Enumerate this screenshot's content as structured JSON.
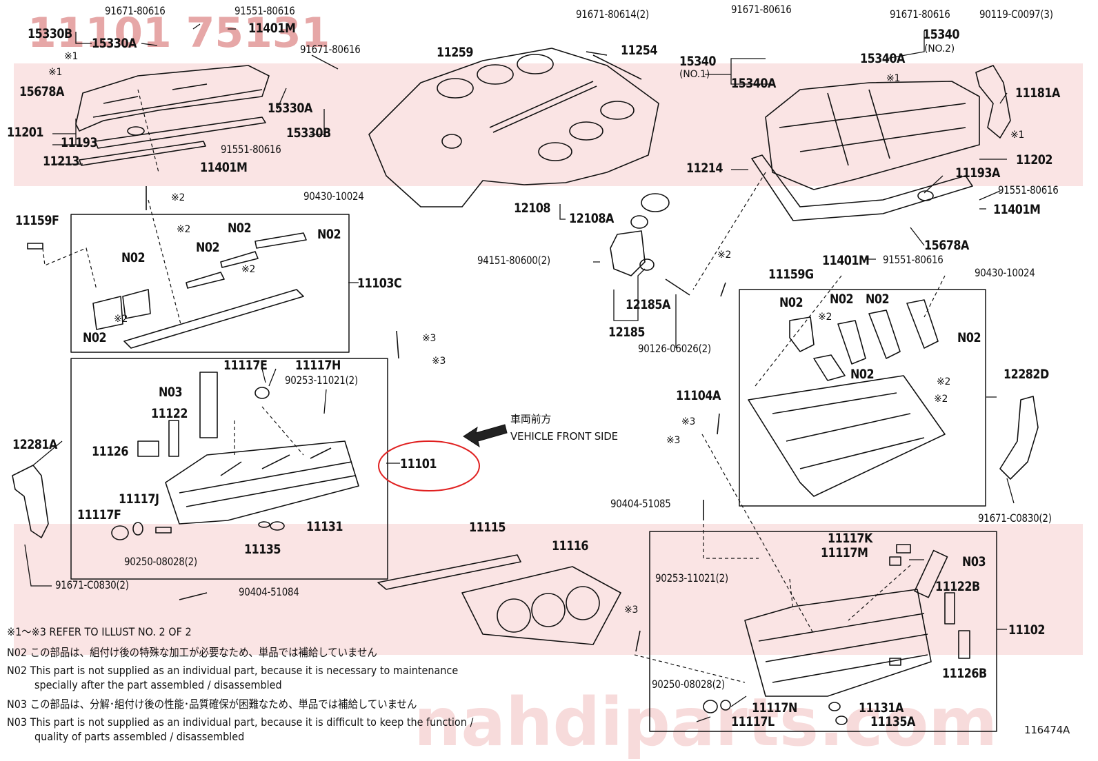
{
  "diagram": {
    "watermark_code": "11101 75131",
    "figure_number": "116474A",
    "watermark_site": "nahdiparts.com"
  },
  "arrow": {
    "jp": "車両前方",
    "en": "VEHICLE FRONT SIDE"
  },
  "labels": {
    "p9167180616_a": "91671-80616",
    "p9155180616_a": "91551-80616",
    "p15330B_a": "15330B",
    "p15330A_a": "15330A",
    "p11401M_a": "11401M",
    "ref1_a": "※1",
    "ref1_b": "※1",
    "p15678A_a": "15678A",
    "p11201": "11201",
    "p11193": "11193",
    "p11213": "11213",
    "p9155180616_b": "91551-80616",
    "p11401M_b": "11401M",
    "p9167180616_b": "91671-80616",
    "p15330A_b": "15330A",
    "p15330B_b": "15330B",
    "p11259": "11259",
    "p9167180614": "91671-80614(2)",
    "p11254": "11254",
    "p9167180616_c": "91671-80616",
    "p9167180616_d": "91671-80616",
    "p90119": "90119-C0097(3)",
    "p15340_a": "15340",
    "p15340_no1": "(NO.1)",
    "p15340A_a": "15340A",
    "p15340_b": "15340",
    "p15340_no2": "(NO.2)",
    "p15340A_b": "15340A",
    "ref1_c": "※1",
    "p11181A": "11181A",
    "ref1_d": "※1",
    "p11202": "11202",
    "p11214": "11214",
    "p11193A": "11193A",
    "p9155180616_c": "91551-80616",
    "p11401M_c": "11401M",
    "p15678A_b": "15678A",
    "p11401M_d": "11401M",
    "p9155180616_d": "91551-80616",
    "ref2_a": "※2",
    "p9043010024_a": "90430-10024",
    "p11159F": "11159F",
    "ref2_b": "※2",
    "n02_a": "N02",
    "n02_b": "N02",
    "n02_c": "N02",
    "n02_d": "N02",
    "ref2_c": "※2",
    "p11103C": "11103C",
    "ref2_d": "※2",
    "n02_e": "N02",
    "p12108": "12108",
    "p12108A": "12108A",
    "p94151": "94151-80600(2)",
    "p12185A": "12185A",
    "p12185": "12185",
    "p90126": "90126-06026(2)",
    "ref3_a": "※3",
    "ref3_b": "※3",
    "p11117E": "11117E",
    "p11117H": "11117H",
    "p90253_a": "90253-11021(2)",
    "n03_a": "N03",
    "p11122": "11122",
    "p11126": "11126",
    "p11101": "11101",
    "p12281A": "12281A",
    "p11117J": "11117J",
    "p11117F": "11117F",
    "p11131": "11131",
    "p11135": "11135",
    "p90250_a": "90250-08028(2)",
    "p91671C0830_a": "91671-C0830(2)",
    "p9040451084": "90404-51084",
    "p11115": "11115",
    "p11116": "11116",
    "ref2_e": "※2",
    "p11159G": "11159G",
    "p9043010024_b": "90430-10024",
    "n02_f": "N02",
    "n02_g": "N02",
    "n02_h": "N02",
    "ref2_f": "※2",
    "n02_i": "N02",
    "n02_j": "N02",
    "p11104A": "11104A",
    "ref2_g": "※2",
    "ref2_h": "※2",
    "ref3_c": "※3",
    "ref3_d": "※3",
    "p12282D": "12282D",
    "p91671C0830_b": "91671-C0830(2)",
    "p9040451085": "90404-51085",
    "p11117K": "11117K",
    "p11117M": "11117M",
    "n03_b": "N03",
    "p90253_b": "90253-11021(2)",
    "p11122B": "11122B",
    "ref3_e": "※3",
    "p11102": "11102",
    "p11126B": "11126B",
    "p90250_b": "90250-08028(2)",
    "p11117N": "11117N",
    "p11131A": "11131A",
    "p11117L": "11117L",
    "p11135A": "11135A"
  },
  "notes": {
    "refer": "※1～※3  REFER TO ILLUST NO. 2 OF 2",
    "n02_jp": "N02  この部品は、組付け後の特殊な加工が必要なため、単品では補給していません",
    "n02_en1": "N02  This part is not supplied as an individual part, because it is necessary to maintenance",
    "n02_en2": "specially after the part assembled / disassembled",
    "n03_jp": "N03  この部品は、分解･組付け後の性能･品質確保が困難なため、単品では補給していません",
    "n03_en1": "N03  This part is not supplied as an individual part, because it is difficult to keep the function /",
    "n03_en2": "quality of parts  assembled / disassembled"
  },
  "colors": {
    "line": "#111111",
    "highlight_circle": "#e02020",
    "watermark": "#e06060"
  }
}
